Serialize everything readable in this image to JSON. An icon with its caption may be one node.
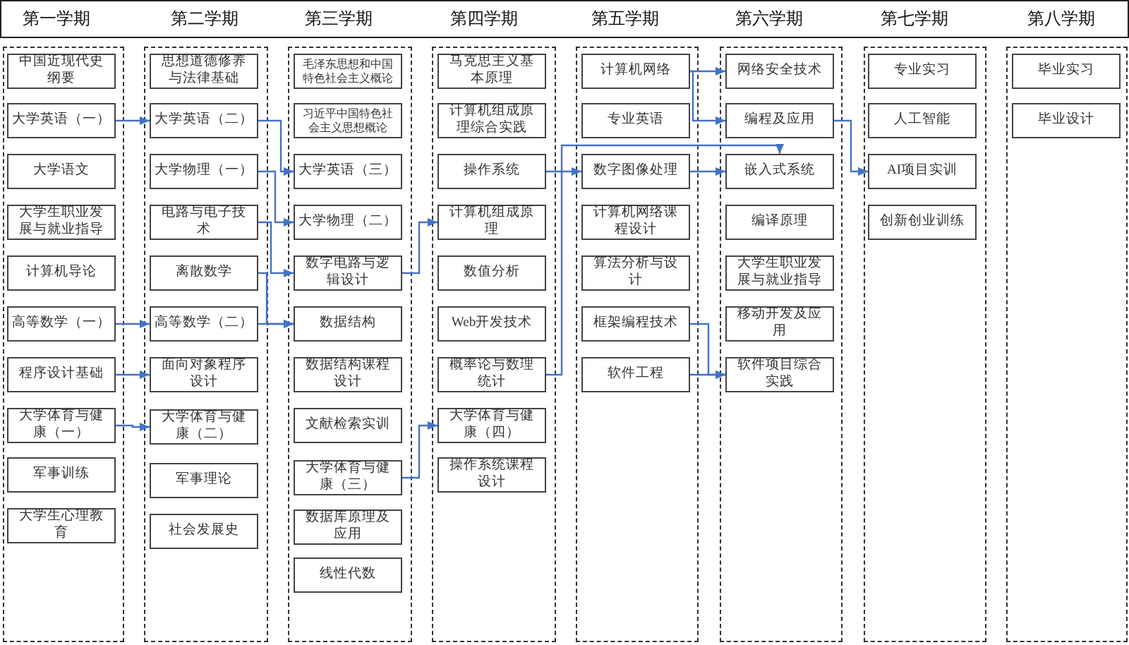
{
  "diagram": {
    "nodes": [
      {
        "text": [
          "第一学期"
        ]
      },
      {
        "text": [
          "中国近现代史纲要"
        ],
        "in": 0
      },
      {
        "text": [
          "大学英语（一）"
        ],
        "in": 0
      },
      {
        "text": [
          "大学语文"
        ],
        "in": 0
      },
      {
        "text": [
          "大学生职业发展与就业指导"
        ],
        "in": 0
      },
      {
        "text": [
          "计算机导论"
        ],
        "in": 0
      },
      {
        "text": [
          "高等数学（一）"
        ],
        "in": 0
      },
      {
        "text": [
          "程序设计基础"
        ],
        "in": 0
      },
      {
        "text": [
          "大学体育与健康（一）"
        ],
        "in": 0
      },
      {
        "text": [
          "军事训练"
        ],
        "in": 0
      },
      {
        "text": [
          "大学生心理教育"
        ],
        "in": 0
      },
      {
        "text": [
          "第二学期"
        ]
      },
      {
        "text": [
          "思想道德修养与法律基础"
        ],
        "in": 11
      },
      {
        "text": [
          "大学英语（二）"
        ],
        "in": 11
      },
      {
        "text": [
          "大学物理（一）"
        ],
        "in": 11
      },
      {
        "text": [
          "电路与电子技术"
        ],
        "in": 11
      },
      {
        "text": [
          "离散数学"
        ],
        "in": 11
      },
      {
        "text": [
          "高等数学（二）"
        ],
        "in": 11
      },
      {
        "text": [
          "面向对象程序设计"
        ],
        "in": 11
      },
      {
        "text": [
          "大学体育与健康（二）"
        ],
        "in": 11
      },
      {
        "text": [
          "军事理论"
        ],
        "in": 11
      },
      {
        "text": [
          "社会发展史"
        ],
        "in": 11
      },
      {
        "text": [
          "第三学期"
        ]
      },
      {
        "text": [
          "毛泽东思想和中国特色社会主义概论"
        ],
        "in": 22
      },
      {
        "text": [
          "习近平中国特色社会主义思想概论"
        ],
        "in": 22
      },
      {
        "text": [
          "大学英语（三）"
        ],
        "in": 22
      },
      {
        "text": [
          "大学物理（二）"
        ],
        "in": 22
      },
      {
        "text": [
          "数字电路与逻辑设计"
        ],
        "in": 22
      },
      {
        "text": [
          "数据结构"
        ],
        "in": 22
      },
      {
        "text": [
          "数据结构课程设计"
        ],
        "in": 22
      },
      {
        "text": [
          "文献检索实训"
        ],
        "in": 22
      },
      {
        "text": [
          "大学体育与健康（三）"
        ],
        "in": 22
      },
      {
        "text": [
          "数据库原理及应用"
        ],
        "in": 22
      },
      {
        "text": [
          "线性代数"
        ],
        "in": 22
      },
      {
        "text": [
          "第四学期"
        ]
      },
      {
        "text": [
          "马克思主义基本原理"
        ],
        "in": 34
      },
      {
        "text": [
          "计算机组成原理综合实践"
        ],
        "in": 34
      },
      {
        "text": [
          "操作系统"
        ],
        "in": 34
      },
      {
        "text": [
          "计算机组成原理"
        ],
        "in": 34
      },
      {
        "text": [
          "数值分析"
        ],
        "in": 34
      },
      {
        "text": [
          "Web开发技术"
        ],
        "in": 34
      },
      {
        "text": [
          "概率论与数理统计"
        ],
        "in": 34
      },
      {
        "text": [
          "大学体育与健康（四）"
        ],
        "in": 34
      },
      {
        "text": [
          "操作系统课程设计"
        ],
        "in": 34
      },
      {
        "text": [
          "第五学期"
        ]
      },
      {
        "text": [
          "计算机网络"
        ],
        "in": 44
      },
      {
        "text": [
          "专业英语"
        ],
        "in": 44
      },
      {
        "text": [
          "数字图像处理"
        ],
        "in": 44
      },
      {
        "text": [
          "计算机网络课程设计"
        ],
        "in": 44
      },
      {
        "text": [
          "算法分析与设计"
        ],
        "in": 44
      },
      {
        "text": [
          "框架编程技术"
        ],
        "in": 44
      },
      {
        "text": [
          "软件工程"
        ],
        "in": 44
      },
      {
        "text": [
          "第六学期"
        ]
      },
      {
        "text": [
          "网络安全技术"
        ],
        "in": 52
      },
      {
        "text": [
          "编程及应用"
        ],
        "in": 52
      },
      {
        "text": [
          "嵌入式系统"
        ],
        "in": 52
      },
      {
        "text": [
          "编译原理"
        ],
        "in": 52
      },
      {
        "text": [
          "大学生职业发展与就业指导"
        ],
        "in": 52
      },
      {
        "text": [
          "移动开发及应用"
        ],
        "in": 52
      },
      {
        "text": [
          "软件项目综合实践"
        ],
        "in": 52
      },
      {
        "text": [
          "第七学期"
        ]
      },
      {
        "text": [
          "专业实习"
        ],
        "in": 60
      },
      {
        "text": [
          "人工智能"
        ],
        "in": 60
      },
      {
        "text": [
          "AI项目实训"
        ],
        "in": 60
      },
      {
        "text": [
          "创新创业训练"
        ],
        "in": 60
      },
      {
        "text": [
          "第八学期"
        ]
      },
      {
        "text": [
          "毕业实习"
        ],
        "in": 65
      },
      {
        "text": [
          "毕业设计"
        ],
        "in": 65
      }
    ],
    "edges": [
      {
        "from": 2,
        "to": 13,
        "arrow": "to"
      },
      {
        "from": 6,
        "to": 17,
        "arrow": "to"
      },
      {
        "from": 7,
        "to": 18,
        "arrow": "to"
      },
      {
        "from": 8,
        "to": 19,
        "arrow": "to"
      },
      {
        "from": 13,
        "to": 25,
        "arrow": "to"
      },
      {
        "from": 14,
        "to": 26,
        "arrow": "to"
      },
      {
        "from": 15,
        "to": 27,
        "arrow": "to"
      },
      {
        "from": 16,
        "to": 28,
        "arrow": "to"
      },
      {
        "from": 17,
        "to": 28,
        "arrow": "to"
      },
      {
        "from": 27,
        "to": 38,
        "arrow": "to"
      },
      {
        "from": 31,
        "to": 42,
        "arrow": "to"
      },
      {
        "from": 37,
        "to": 47,
        "arrow": "to"
      },
      {
        "from": 41,
        "to": 55,
        "arrow": "to"
      },
      {
        "from": 45,
        "to": 53,
        "arrow": "to"
      },
      {
        "from": 45,
        "to": 54,
        "arrow": "to"
      },
      {
        "from": 47,
        "to": 55,
        "arrow": "to"
      },
      {
        "from": 50,
        "to": 59,
        "arrow": "to"
      },
      {
        "from": 51,
        "to": 59,
        "arrow": "to"
      },
      {
        "from": 54,
        "to": 63,
        "arrow": "to"
      }
    ]
  }
}
